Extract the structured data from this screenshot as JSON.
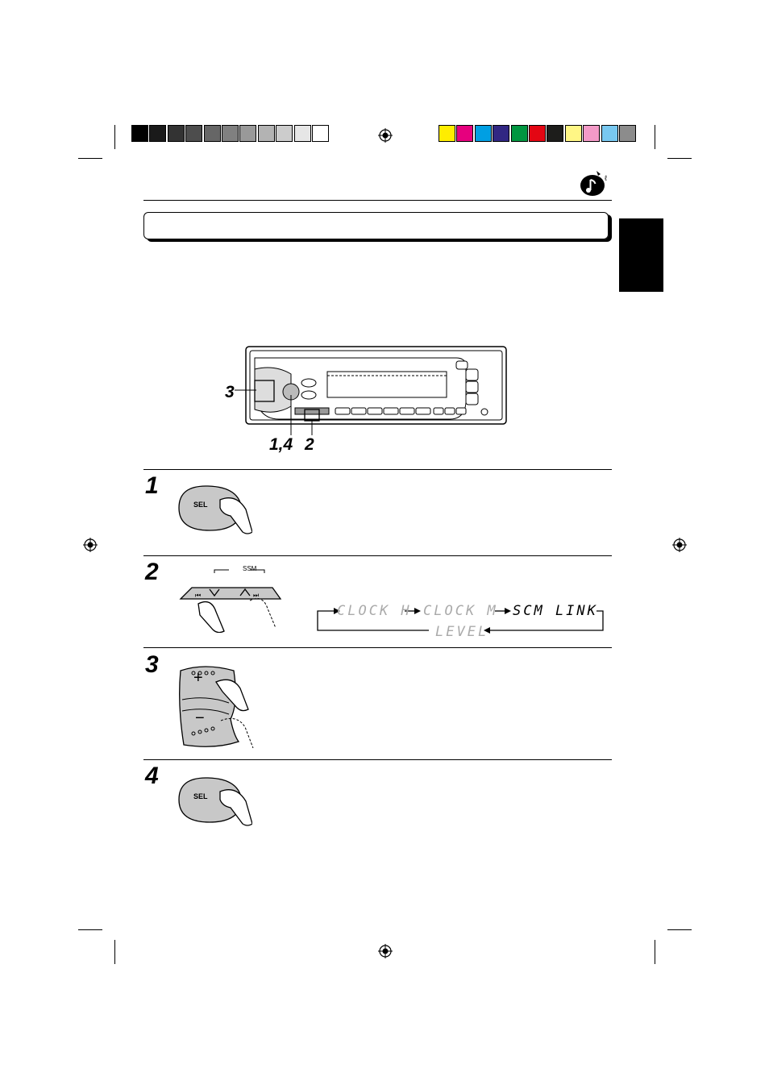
{
  "color_bar": {
    "grays": [
      "#000000",
      "#1a1a1a",
      "#333333",
      "#4d4d4d",
      "#666666",
      "#808080",
      "#999999",
      "#b3b3b3",
      "#cccccc",
      "#e6e6e6",
      "#ffffff"
    ],
    "colors": [
      "#ffed00",
      "#e6007e",
      "#009fe3",
      "#312783",
      "#009640",
      "#e30613",
      "#1d1d1b",
      "#fff685",
      "#f39ac7",
      "#78c8f0",
      "#8c8c8c"
    ]
  },
  "section_tab": {
    "color": "#000000"
  },
  "callouts": {
    "select": "3",
    "sel_step": "1,4",
    "seek_step": "2"
  },
  "steps": [
    {
      "number": "1",
      "button_label": "SEL"
    },
    {
      "number": "2",
      "ssm_label": "SSM"
    },
    {
      "number": "3",
      "plus": "+",
      "minus": "−"
    },
    {
      "number": "4",
      "button_label": "SEL"
    }
  ],
  "display_cycle": {
    "items": [
      "CLOCK H",
      "CLOCK M",
      "SCM LINK",
      "LEVEL"
    ],
    "active": "SCM LINK"
  }
}
